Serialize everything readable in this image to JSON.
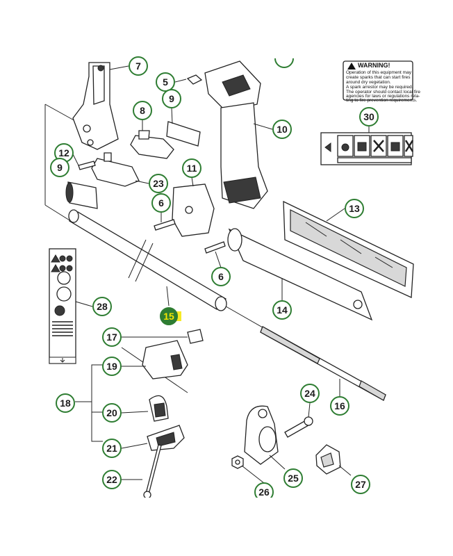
{
  "callouts": [
    {
      "id": "c7",
      "label": "7"
    },
    {
      "id": "c5",
      "label": "5"
    },
    {
      "id": "c9a",
      "label": "9"
    },
    {
      "id": "c8",
      "label": "8"
    },
    {
      "id": "c10",
      "label": "10"
    },
    {
      "id": "c12",
      "label": "12"
    },
    {
      "id": "c9b",
      "label": "9"
    },
    {
      "id": "c11",
      "label": "11"
    },
    {
      "id": "c23",
      "label": "23"
    },
    {
      "id": "c6a",
      "label": "6"
    },
    {
      "id": "c13",
      "label": "13"
    },
    {
      "id": "c6b",
      "label": "6"
    },
    {
      "id": "c14",
      "label": "14"
    },
    {
      "id": "c28",
      "label": "28"
    },
    {
      "id": "c15",
      "label": "15",
      "highlighted": true
    },
    {
      "id": "c17",
      "label": "17"
    },
    {
      "id": "c19",
      "label": "19"
    },
    {
      "id": "c18",
      "label": "18"
    },
    {
      "id": "c20",
      "label": "20"
    },
    {
      "id": "c21",
      "label": "21"
    },
    {
      "id": "c22",
      "label": "22"
    },
    {
      "id": "c24",
      "label": "24"
    },
    {
      "id": "c16",
      "label": "16"
    },
    {
      "id": "c25",
      "label": "25"
    },
    {
      "id": "c26",
      "label": "26"
    },
    {
      "id": "c27",
      "label": "27"
    },
    {
      "id": "c30",
      "label": "30"
    }
  ],
  "warning_label": {
    "title": "WARNING!",
    "lines": [
      "Operation of this equipment may",
      "create sparks that can start fires",
      "around dry vegetation.",
      "A spark arrestor may be required.",
      "The operator should contact local fire",
      "agencies for laws or regulations rela-",
      "ting to fire prevention requirements."
    ]
  },
  "colors": {
    "callout_ring": "#2e7d32",
    "highlight_fill": "#2e7d32",
    "highlight_text": "#f5e600"
  }
}
